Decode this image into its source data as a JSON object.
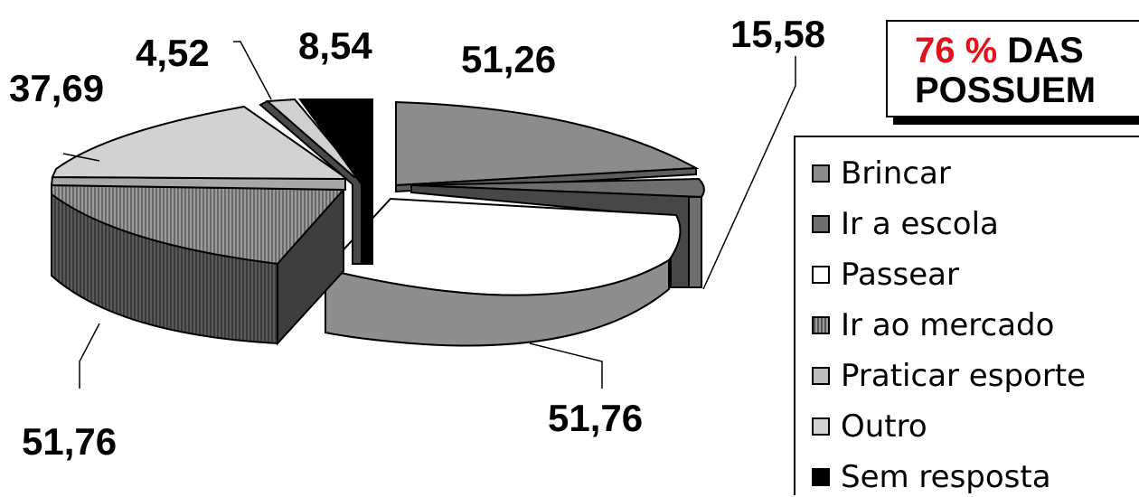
{
  "callout": {
    "highlight": "76 %",
    "line1_rest": " DAS",
    "line2": "POSSUEM"
  },
  "chart_data": {
    "type": "pie",
    "style": "3d-exploded",
    "legend_position": "right",
    "values": [
      51.26,
      15.58,
      51.76,
      51.76,
      37.69,
      4.52,
      8.54
    ],
    "value_labels": [
      "51,26",
      "15,58",
      "51,76",
      "51,76",
      "37,69",
      "4,52",
      "8,54"
    ],
    "legend": [
      {
        "label": "Brincar",
        "color": "#8c8c8c"
      },
      {
        "label": "Ir a escola",
        "color": "#6e6e6e"
      },
      {
        "label": "Passear",
        "color": "#ffffff"
      },
      {
        "label": "Ir ao mercado",
        "color": "#555555"
      },
      {
        "label": "Praticar esporte",
        "color": "#bdbdbd"
      },
      {
        "label": "Outro",
        "color": "#d2d2d2"
      },
      {
        "label": "Sem resposta",
        "color": "#000000"
      }
    ]
  }
}
